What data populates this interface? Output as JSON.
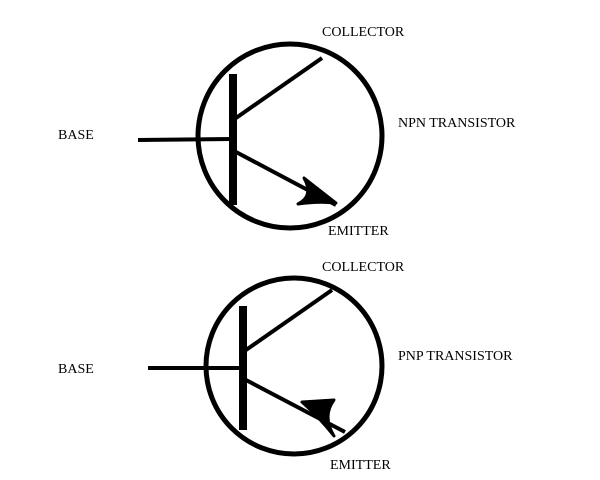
{
  "npn": {
    "collector_label": "COLLECTOR",
    "base_label": "BASE",
    "type_label": "NPN TRANSISTOR",
    "emitter_label": "EMITTER"
  },
  "pnp": {
    "collector_label": "COLLECTOR",
    "base_label": "BASE",
    "type_label": "PNP TRANSISTOR",
    "emitter_label": "EMITTER"
  },
  "colors": {
    "stroke": "#000000",
    "background": "#ffffff"
  }
}
